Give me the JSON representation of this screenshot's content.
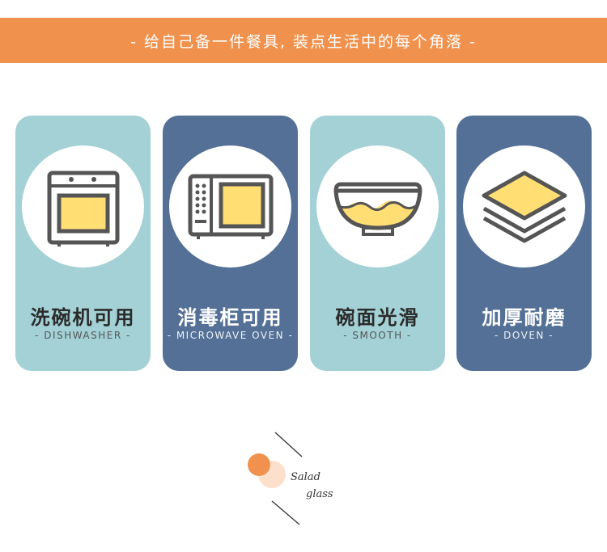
{
  "banner": {
    "text": "- 给自己备一件餐具, 装点生活中的每个角落 -"
  },
  "colors": {
    "banner": "#F0924E",
    "card_light": "#A3D1D6",
    "card_dark": "#547096",
    "icon_fill": "#FFDE73",
    "icon_stroke": "#555555"
  },
  "features": [
    {
      "title": "洗碗机可用",
      "subtitle": "- DISHWASHER -",
      "icon": "oven-icon",
      "theme": "light"
    },
    {
      "title": "消毒柜可用",
      "subtitle": "- MICROWAVE OVEN -",
      "icon": "microwave-icon",
      "theme": "dark"
    },
    {
      "title": "碗面光滑",
      "subtitle": "- SMOOTH -",
      "icon": "bowl-icon",
      "theme": "light"
    },
    {
      "title": "加厚耐磨",
      "subtitle": "- DOVEN -",
      "icon": "layers-icon",
      "theme": "dark"
    }
  ],
  "logo": {
    "line1": "Salad",
    "line2": "glass"
  }
}
